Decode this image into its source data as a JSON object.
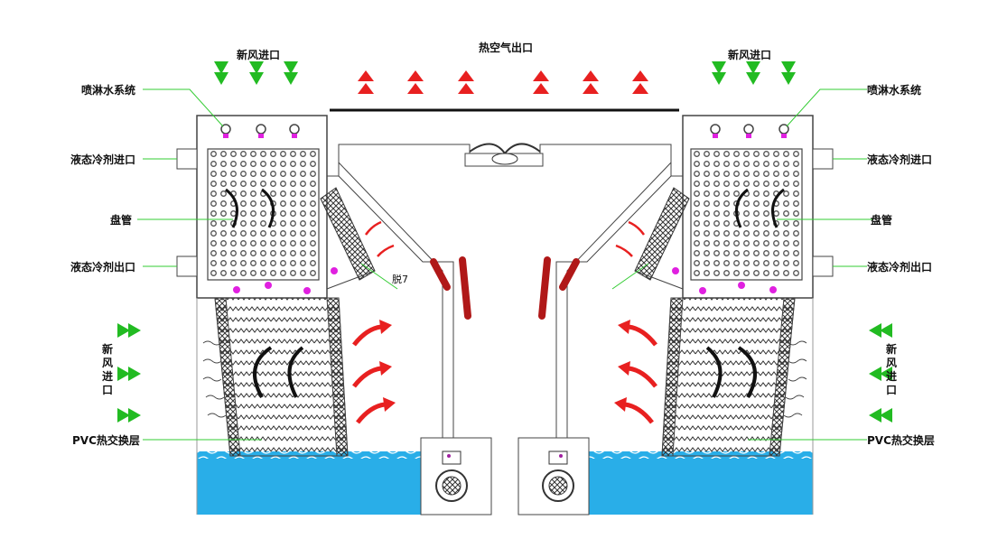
{
  "labels": {
    "hot_air_outlet": "热空气出口",
    "fresh_air_inlet_top_left": "新风进口",
    "fresh_air_inlet_top_right": "新风进口",
    "spray_system_left": "喷淋水系统",
    "spray_system_right": "喷淋水系统",
    "refrigerant_inlet_left": "液态冷剂进口",
    "refrigerant_inlet_right": "液态冷剂进口",
    "coil_left": "盘管",
    "coil_right": "盘管",
    "refrigerant_outlet_left": "液态冷剂出口",
    "refrigerant_outlet_right": "液态冷剂出口",
    "fresh_air_inlet_side_left": "新风进口",
    "fresh_air_inlet_side_right": "新风进口",
    "pvc_layer_left": "PVC热交换层",
    "pvc_layer_right": "PVC热交换层",
    "eliminator": "脱7"
  },
  "colors": {
    "fresh_air_arrow": "#22bb22",
    "hot_air_arrow": "#e82020",
    "water": "#29aee8",
    "spray_drop": "#e020e0",
    "pipe_red": "#b01818",
    "leader_line": "#33cc33"
  }
}
